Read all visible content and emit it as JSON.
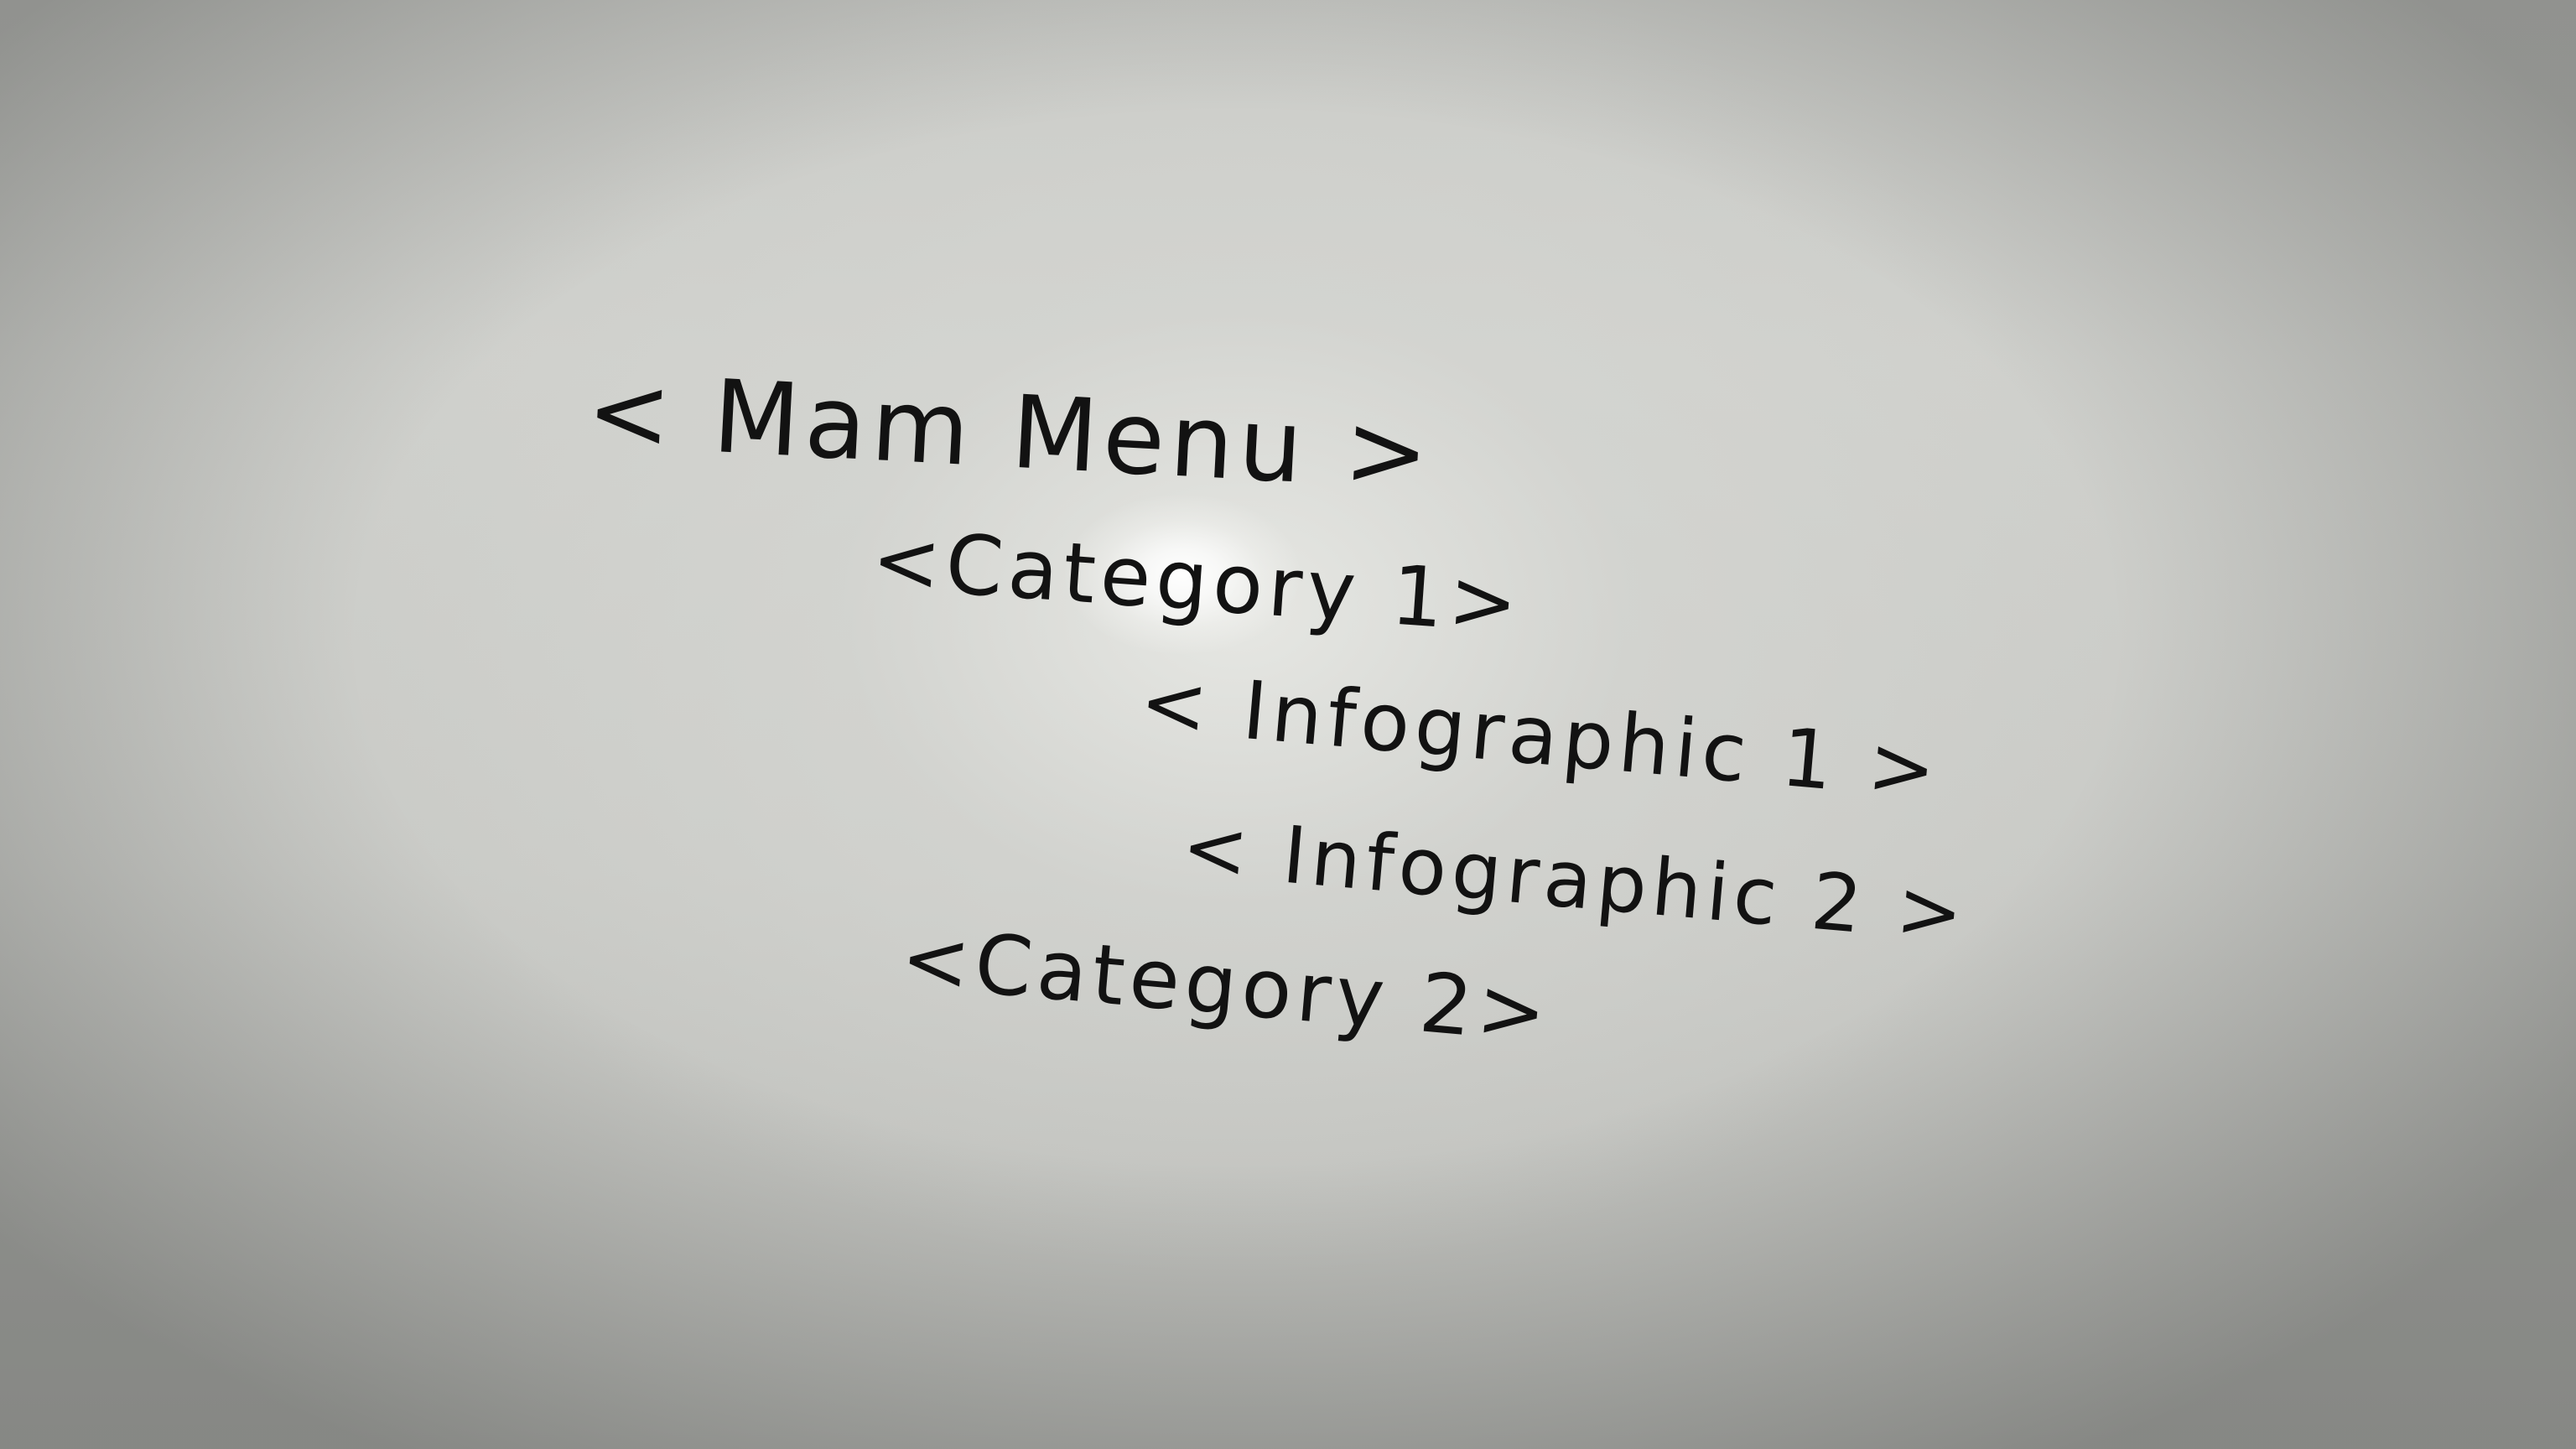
{
  "whiteboard": {
    "lines": [
      {
        "id": "main-menu",
        "text": "< Mam Menu >"
      },
      {
        "id": "category-1",
        "text": "<Category 1>"
      },
      {
        "id": "infographic-1",
        "text": "< Infographic 1 >"
      },
      {
        "id": "infographic-2",
        "text": "< Infographic 2 >"
      },
      {
        "id": "category-2",
        "text": "<Category 2>"
      }
    ],
    "ink_color": "#121212",
    "board_color": "#cfd0cc"
  }
}
